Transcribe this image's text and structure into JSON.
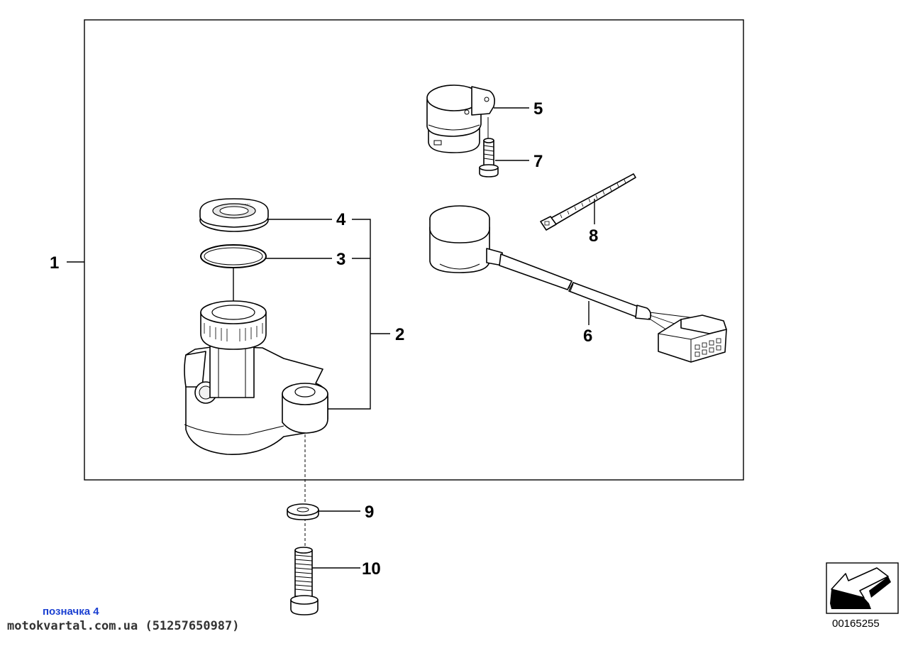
{
  "callouts": {
    "c1": "1",
    "c2": "2",
    "c3": "3",
    "c4": "4",
    "c5": "5",
    "c6": "6",
    "c7": "7",
    "c8": "8",
    "c9": "9",
    "c10": "10"
  },
  "footer": {
    "marker_label": "позначка 4",
    "watermark": "motokvartal.com.ua (51257650987)",
    "diagram_number": "00165255"
  },
  "icons": {
    "nav_arrow": "direction-arrow-icon"
  },
  "colors": {
    "line": "#000000",
    "marker_label": "#1a3fd1",
    "watermark": "#333333"
  }
}
